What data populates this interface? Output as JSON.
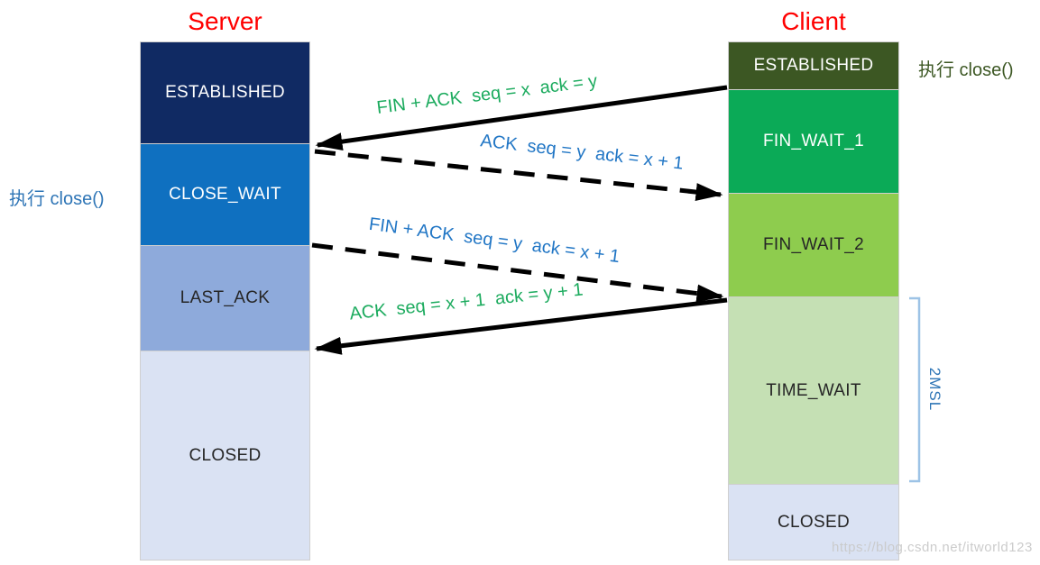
{
  "server": {
    "title": "Server",
    "title_color": "#ff0000",
    "close_note": {
      "text": "执行 close()",
      "color": "#2e75b6"
    },
    "states": [
      {
        "label": "ESTABLISHED",
        "bg": "#102a63",
        "fg": "#ffffff"
      },
      {
        "label": "CLOSE_WAIT",
        "bg": "#0f70c0",
        "fg": "#ffffff"
      },
      {
        "label": "LAST_ACK",
        "bg": "#8eaadb",
        "fg": "#262626"
      },
      {
        "label": "CLOSED",
        "bg": "#dae2f3",
        "fg": "#262626"
      }
    ]
  },
  "client": {
    "title": "Client",
    "title_color": "#ff0000",
    "close_note": {
      "text": "执行 close()",
      "color": "#3c5723"
    },
    "states": [
      {
        "label": "ESTABLISHED",
        "bg": "#3c5723",
        "fg": "#ffffff"
      },
      {
        "label": "FIN_WAIT_1",
        "bg": "#0baa57",
        "fg": "#ffffff"
      },
      {
        "label": "FIN_WAIT_2",
        "bg": "#8ecc4e",
        "fg": "#262626"
      },
      {
        "label": "TIME_WAIT",
        "bg": "#c5e0b4",
        "fg": "#262626"
      },
      {
        "label": "CLOSED",
        "bg": "#dae2f3",
        "fg": "#262626"
      }
    ]
  },
  "messages": [
    {
      "text": "FIN + ACK  seq = x  ack = y",
      "color": "#1cab5e",
      "line": "solid",
      "direction": "client-to-server"
    },
    {
      "text": "ACK  seq = y  ack = x + 1",
      "color": "#2176c5",
      "line": "dashed",
      "direction": "server-to-client"
    },
    {
      "text": "FIN + ACK  seq = y  ack = x + 1",
      "color": "#2176c5",
      "line": "dashed",
      "direction": "server-to-client"
    },
    {
      "text": "ACK  seq = x + 1  ack = y + 1",
      "color": "#1cab5e",
      "line": "solid",
      "direction": "client-to-server"
    }
  ],
  "msl": {
    "text": "2MSL",
    "color": "#2e75b6",
    "bracket_color": "#9dc3e6"
  },
  "watermark": "https://blog.csdn.net/itworld123",
  "arrow_color": "#000000"
}
